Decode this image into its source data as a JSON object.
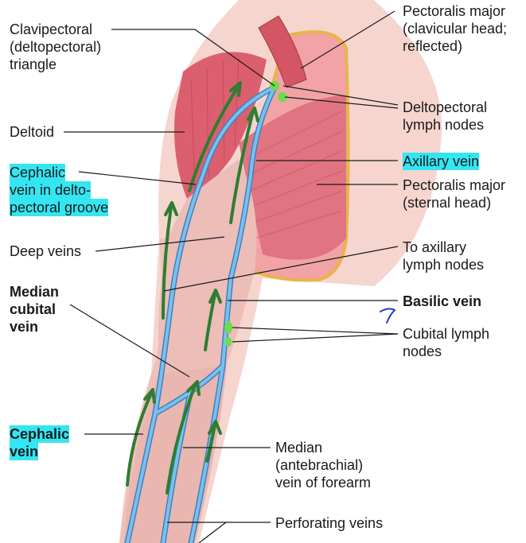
{
  "labels": {
    "clavipectoral": [
      "Clavipectoral",
      "(deltopectoral)",
      "triangle"
    ],
    "deltoid": [
      "Deltoid"
    ],
    "cephalic_groove": [
      "Cephalic",
      "vein in delto-",
      "pectoral groove"
    ],
    "deep_veins": [
      "Deep veins"
    ],
    "median_cubital": [
      "Median",
      "cubital",
      "vein"
    ],
    "cephalic_vein": [
      "Cephalic",
      "vein"
    ],
    "pectoralis_clav": [
      "Pectoralis major",
      "(clavicular head;",
      "reflected)"
    ],
    "deltopectoral_nodes": [
      "Deltopectoral",
      "lymph nodes"
    ],
    "axillary_vein": [
      "Axillary vein"
    ],
    "pectoralis_sternal": [
      "Pectoralis major",
      "(sternal head)"
    ],
    "to_axillary": [
      "To axillary",
      "lymph nodes"
    ],
    "basilic": [
      "Basilic vein"
    ],
    "cubital_nodes": [
      "Cubital lymph",
      "nodes"
    ],
    "median_antebrachial": [
      "Median",
      "(antebrachial)",
      "vein of forearm"
    ],
    "perforating": [
      "Perforating veins"
    ]
  },
  "colors": {
    "highlight": "#33e6f2",
    "vein": "#7cc0ea",
    "vein_outline": "#3b82c4",
    "arrow": "#2e7d32",
    "muscle": "#d9606e",
    "skin": "#f4c7c2",
    "fascia_border": "#e8b54a",
    "lymph_node": "#6ddc4c",
    "annotation": "#1f3fd6"
  },
  "icons": [
    "arrow-up-icon",
    "handwritten-annotation-icon"
  ]
}
